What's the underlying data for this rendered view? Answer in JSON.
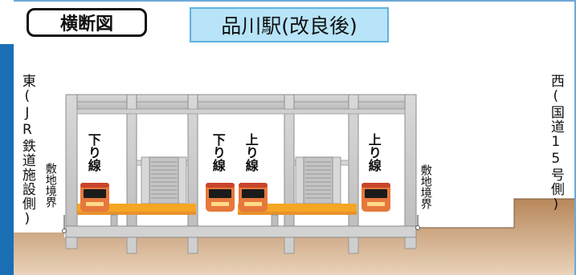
{
  "title_box": {
    "label": "横断図"
  },
  "station": {
    "label": "品川駅(改良後)"
  },
  "side_labels": {
    "east": "東(JR鉄道施設側)",
    "west": "西(国道15号側)"
  },
  "boundary_labels": {
    "left": "敷地境界",
    "right": "敷地境界"
  },
  "tracks": [
    {
      "label": "下り線"
    },
    {
      "label": "下り線"
    },
    {
      "label": "上り線"
    },
    {
      "label": "上り線"
    }
  ],
  "colors": {
    "accent_bar": "#1a6fb4",
    "station_box_fill": "#b7e4f8",
    "ground": "#c9a27a",
    "platform": "#f5a623",
    "train": "#d8532f",
    "structure": "#c9c9c9"
  }
}
